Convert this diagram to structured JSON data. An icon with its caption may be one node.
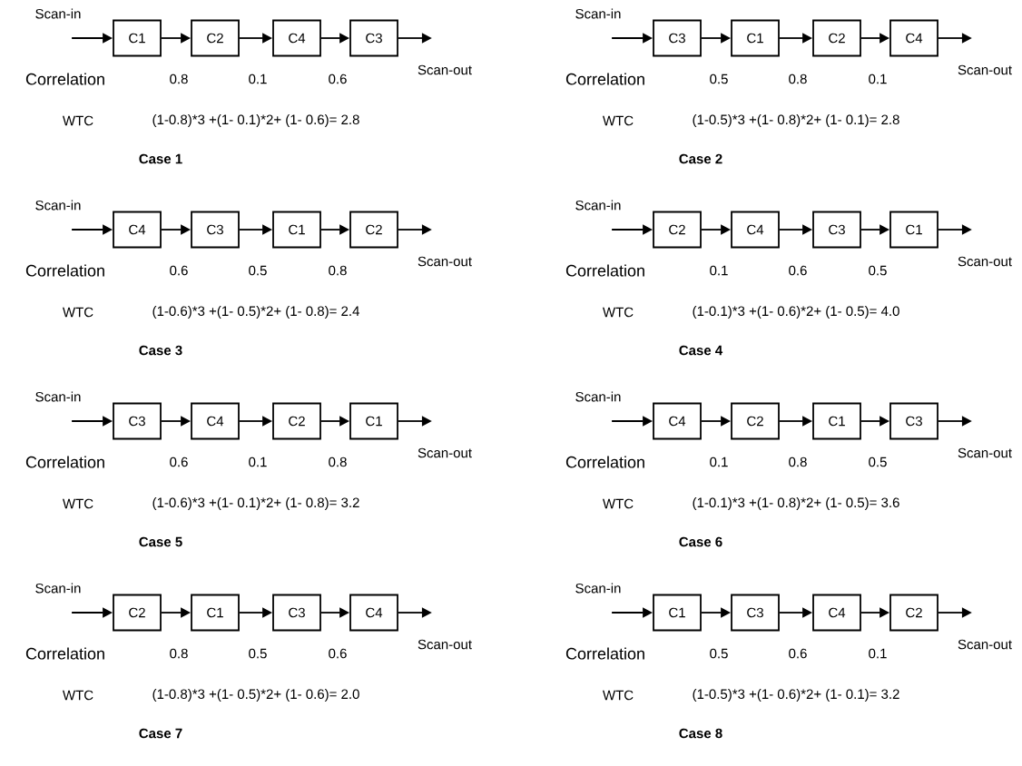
{
  "diagram": {
    "nodes": [
      {
        "text": [
          "C1"
        ],
        "beside": [
          "Scan-in"
        ]
      },
      {
        "text": [
          "C2"
        ]
      },
      {
        "text": [
          "C4"
        ]
      },
      {
        "text": [
          "C3"
        ],
        "beside": [
          "Scan-out"
        ]
      },
      {
        "text": [
          "C3"
        ],
        "beside": [
          "Scan-in"
        ]
      },
      {
        "text": [
          "C1"
        ]
      },
      {
        "text": [
          "C2"
        ]
      },
      {
        "text": [
          "C4"
        ],
        "beside": [
          "Scan-out"
        ]
      },
      {
        "text": [
          "C4"
        ],
        "beside": [
          "Scan-in"
        ]
      },
      {
        "text": [
          "C3"
        ]
      },
      {
        "text": [
          "C1"
        ]
      },
      {
        "text": [
          "C2"
        ],
        "beside": [
          "Scan-out"
        ]
      },
      {
        "text": [
          "C2"
        ],
        "beside": [
          "Scan-in"
        ]
      },
      {
        "text": [
          "C4"
        ]
      },
      {
        "text": [
          "C3"
        ]
      },
      {
        "text": [
          "C1"
        ],
        "beside": [
          "Scan-out"
        ]
      },
      {
        "text": [
          "C3"
        ],
        "beside": [
          "Scan-in"
        ]
      },
      {
        "text": [
          "C4"
        ]
      },
      {
        "text": [
          "C2"
        ]
      },
      {
        "text": [
          "C1"
        ],
        "beside": [
          "Scan-out"
        ]
      },
      {
        "text": [
          "C4"
        ],
        "beside": [
          "Scan-in"
        ]
      },
      {
        "text": [
          "C2"
        ]
      },
      {
        "text": [
          "C1"
        ]
      },
      {
        "text": [
          "C3"
        ],
        "beside": [
          "Scan-out"
        ]
      },
      {
        "text": [
          "C2"
        ],
        "beside": [
          "Scan-in"
        ]
      },
      {
        "text": [
          "C1"
        ]
      },
      {
        "text": [
          "C3"
        ]
      },
      {
        "text": [
          "C4"
        ],
        "beside": [
          "Scan-out"
        ]
      },
      {
        "text": [
          "C1"
        ],
        "beside": [
          "Scan-in"
        ]
      },
      {
        "text": [
          "C3"
        ]
      },
      {
        "text": [
          "C4"
        ]
      },
      {
        "text": [
          "C2"
        ],
        "beside": [
          "Scan-out"
        ]
      }
    ],
    "edges": [
      {
        "from": null,
        "to": 0,
        "arrow": "to"
      },
      {
        "from": 0,
        "to": 1,
        "arrow": "to"
      },
      {
        "from": 1,
        "to": 2,
        "arrow": "to"
      },
      {
        "from": 2,
        "to": 3,
        "arrow": "to"
      },
      {
        "from": 3,
        "to": null,
        "arrow": "to"
      },
      {
        "from": null,
        "to": 4,
        "arrow": "to"
      },
      {
        "from": 4,
        "to": 5,
        "arrow": "to"
      },
      {
        "from": 5,
        "to": 6,
        "arrow": "to"
      },
      {
        "from": 6,
        "to": 7,
        "arrow": "to"
      },
      {
        "from": 7,
        "to": null,
        "arrow": "to"
      },
      {
        "from": null,
        "to": 8,
        "arrow": "to"
      },
      {
        "from": 8,
        "to": 9,
        "arrow": "to"
      },
      {
        "from": 9,
        "to": 10,
        "arrow": "to"
      },
      {
        "from": 10,
        "to": 11,
        "arrow": "to"
      },
      {
        "from": 11,
        "to": null,
        "arrow": "to"
      },
      {
        "from": null,
        "to": 12,
        "arrow": "to"
      },
      {
        "from": 12,
        "to": 13,
        "arrow": "to"
      },
      {
        "from": 13,
        "to": 14,
        "arrow": "to"
      },
      {
        "from": 14,
        "to": 15,
        "arrow": "to"
      },
      {
        "from": 15,
        "to": null,
        "arrow": "to"
      },
      {
        "from": null,
        "to": 16,
        "arrow": "to"
      },
      {
        "from": 16,
        "to": 17,
        "arrow": "to"
      },
      {
        "from": 17,
        "to": 18,
        "arrow": "to"
      },
      {
        "from": 18,
        "to": 19,
        "arrow": "to"
      },
      {
        "from": 19,
        "to": null,
        "arrow": "to"
      },
      {
        "from": null,
        "to": 20,
        "arrow": "to"
      },
      {
        "from": 20,
        "to": 21,
        "arrow": "to"
      },
      {
        "from": 21,
        "to": 22,
        "arrow": "to"
      },
      {
        "from": 22,
        "to": 23,
        "arrow": "to"
      },
      {
        "from": 23,
        "to": null,
        "arrow": "to"
      },
      {
        "from": null,
        "to": 24,
        "arrow": "to"
      },
      {
        "from": 24,
        "to": 25,
        "arrow": "to"
      },
      {
        "from": 25,
        "to": 26,
        "arrow": "to"
      },
      {
        "from": 26,
        "to": 27,
        "arrow": "to"
      },
      {
        "from": 27,
        "to": null,
        "arrow": "to"
      },
      {
        "from": null,
        "to": 28,
        "arrow": "to"
      },
      {
        "from": 28,
        "to": 29,
        "arrow": "to"
      },
      {
        "from": 29,
        "to": 30,
        "arrow": "to"
      },
      {
        "from": 30,
        "to": 31,
        "arrow": "to"
      },
      {
        "from": 31,
        "to": null,
        "arrow": "to"
      }
    ],
    "labels": [
      "Correlation",
      "0.8",
      "0.1",
      "0.6",
      "WTC",
      "(1-0.8)*3 +(1- 0.1)*2+ (1- 0.6)= 2.8",
      "Case 1",
      "Correlation",
      "0.5",
      "0.8",
      "0.1",
      "WTC",
      "(1-0.5)*3 +(1- 0.8)*2+ (1- 0.1)= 2.8",
      "Case 2",
      "Correlation",
      "0.6",
      "0.5",
      "0.8",
      "WTC",
      "(1-0.6)*3 +(1- 0.5)*2+ (1- 0.8)= 2.4",
      "Case 3",
      "Correlation",
      "0.1",
      "0.6",
      "0.5",
      "WTC",
      "(1-0.1)*3 +(1- 0.6)*2+ (1- 0.5)= 4.0",
      "Case 4",
      "Correlation",
      "0.6",
      "0.1",
      "0.8",
      "WTC",
      "(1-0.6)*3 +(1- 0.1)*2+ (1- 0.8)= 3.2",
      "Case 5",
      "Correlation",
      "0.1",
      "0.8",
      "0.5",
      "WTC",
      "(1-0.1)*3 +(1- 0.8)*2+ (1- 0.5)= 3.6",
      "Case 6",
      "Correlation",
      "0.8",
      "0.5",
      "0.6",
      "WTC",
      "(1-0.8)*3 +(1- 0.5)*2+ (1- 0.6)= 2.0",
      "Case 7",
      "Correlation",
      "0.5",
      "0.6",
      "0.1",
      "WTC",
      "(1-0.5)*3 +(1- 0.6)*2+ (1- 0.1)= 3.2",
      "Case 8"
    ]
  }
}
